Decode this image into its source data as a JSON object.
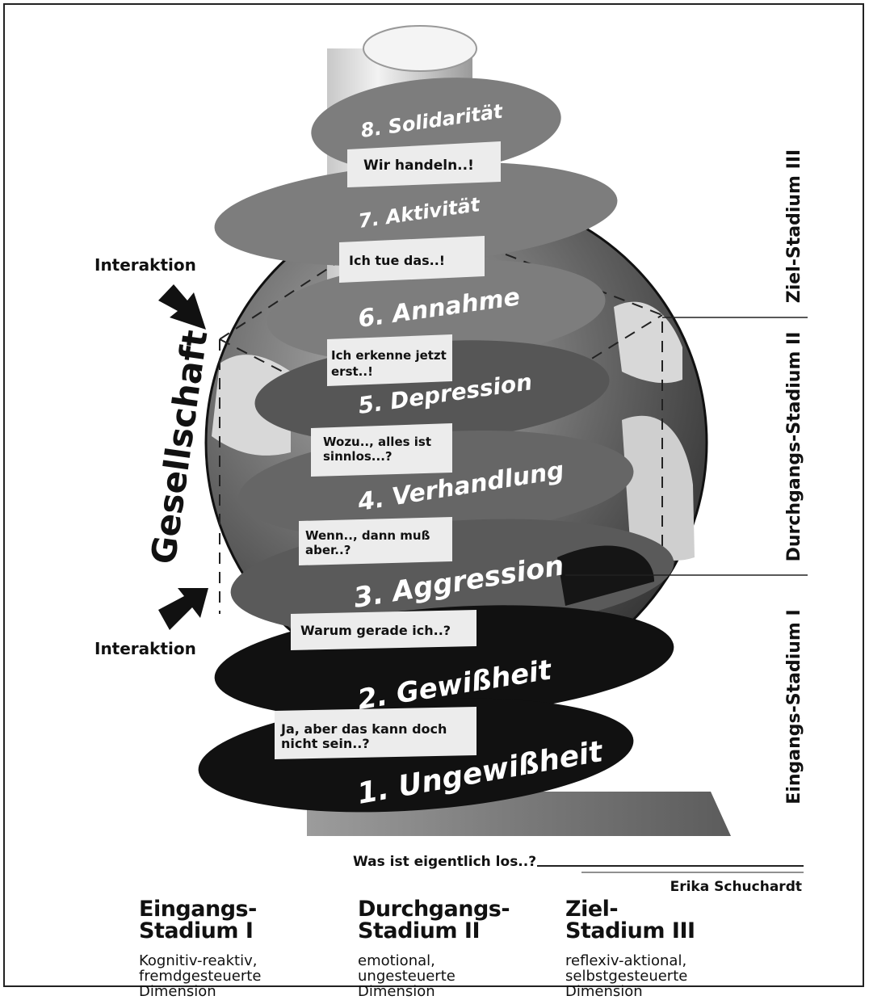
{
  "stages": [
    {
      "label": "1. Ungewißheit"
    },
    {
      "label": "2. Gewißheit"
    },
    {
      "label": "3. Aggression"
    },
    {
      "label": "4. Verhandlung"
    },
    {
      "label": "5. Depression"
    },
    {
      "label": "6. Annahme"
    },
    {
      "label": "7. Aktivität"
    },
    {
      "label": "8. Solidarität"
    }
  ],
  "quotes": {
    "q0": "Was ist eigentlich los..?",
    "q1": [
      "Ja, aber das kann doch",
      "nicht sein..?"
    ],
    "q2": "Warum gerade ich..?",
    "q3": [
      "Wenn.., dann muß",
      "aber..?"
    ],
    "q4": [
      "Wozu.., alles ist",
      "sinnlos...?"
    ],
    "q5": [
      "Ich erkenne jetzt",
      "erst..!"
    ],
    "q6": "Ich tue das..!",
    "q7": "Wir handeln..!"
  },
  "society_label": "Gesellschaft",
  "interaction_top": "Interaktion",
  "interaction_bottom": "Interaktion",
  "side_labels": {
    "ziel": "Ziel-Stadium III",
    "durchgangs": "Durchgangs-Stadium II",
    "eingangs": "Eingangs-Stadium I"
  },
  "author": "Erika Schuchardt",
  "legend": [
    {
      "title1": "Eingangs-",
      "title2": "Stadium I",
      "desc": [
        "Kognitiv-reaktiv,",
        "fremdgesteuerte",
        "Dimension"
      ]
    },
    {
      "title1": "Durchgangs-",
      "title2": "Stadium II",
      "desc": [
        "emotional,",
        "ungesteuerte",
        "Dimension"
      ]
    },
    {
      "title1": "Ziel-",
      "title2": "Stadium III",
      "desc": [
        "reflexiv-aktional,",
        "selbstgesteuerte",
        "Dimension"
      ]
    }
  ],
  "colors": {
    "dark": "#111111",
    "mid": "#777777",
    "light": "#e6e6e6",
    "sphere": "#5a5a5a"
  }
}
